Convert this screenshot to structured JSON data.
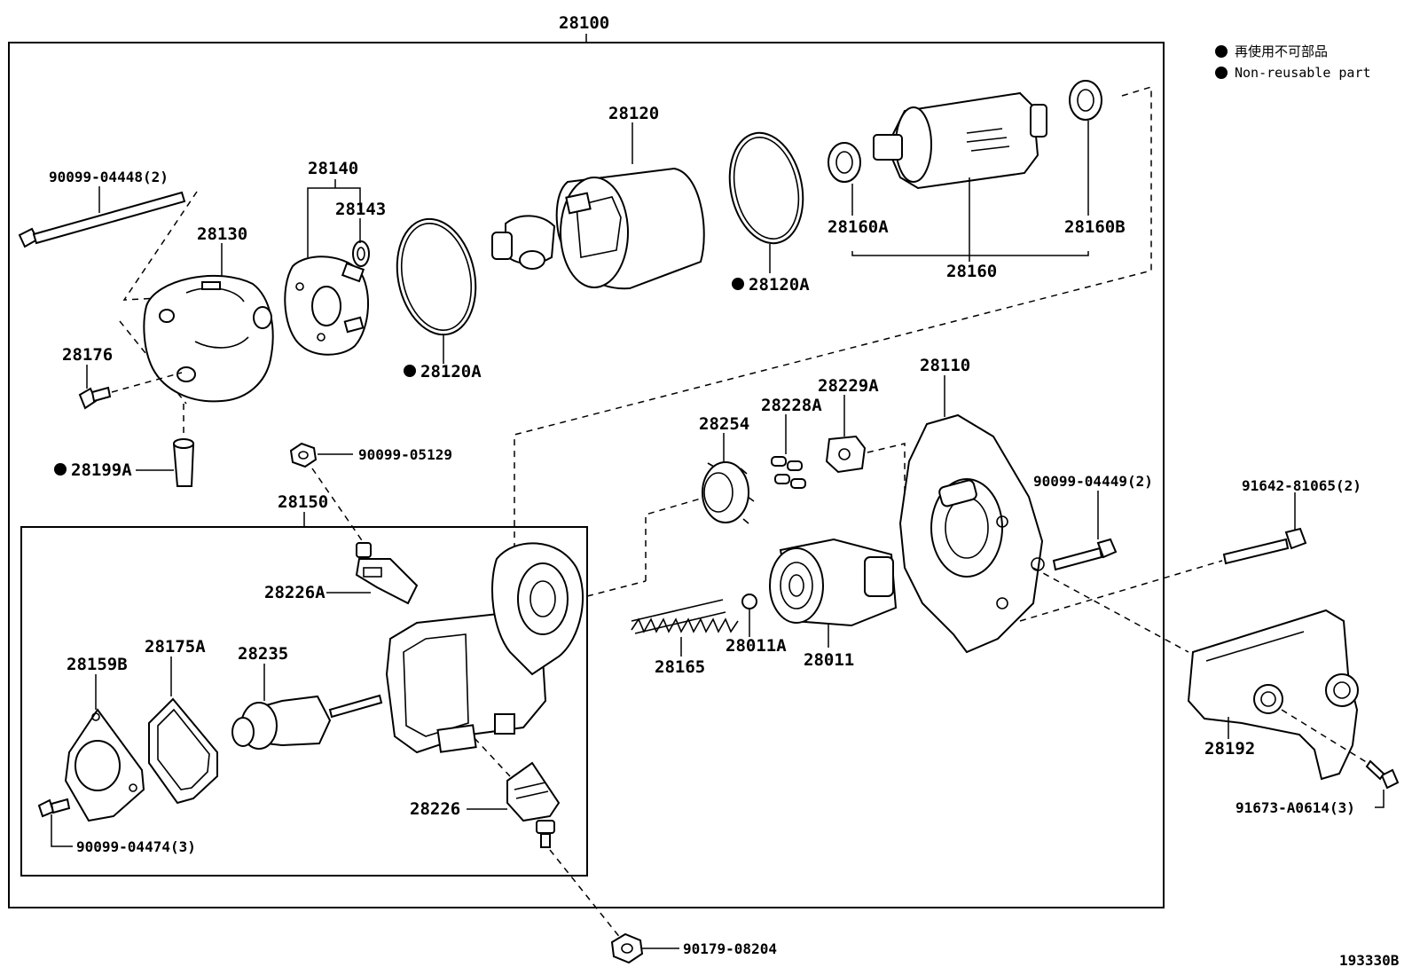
{
  "legend": {
    "line1": "再使用不可部品",
    "line2": "Non-reusable part"
  },
  "parts": {
    "p28100": "28100",
    "p28150": "28150",
    "p90099_04448": "90099-04448(2)",
    "p28130": "28130",
    "p28140": "28140",
    "p28143": "28143",
    "p28120": "28120",
    "p28120A_a": "28120A",
    "p28120A_b": "28120A",
    "p28160A": "28160A",
    "p28160B": "28160B",
    "p28160": "28160",
    "p28176": "28176",
    "p28199A": "28199A",
    "p90099_05129": "90099-05129",
    "p28110": "28110",
    "p28229A": "28229A",
    "p28228A": "28228A",
    "p28254": "28254",
    "p90099_04449": "90099-04449(2)",
    "p91642_81065": "91642-81065(2)",
    "p28226A": "28226A",
    "p28159B": "28159B",
    "p28175A": "28175A",
    "p28235": "28235",
    "p28165": "28165",
    "p28011A": "28011A",
    "p28011": "28011",
    "p28192": "28192",
    "p28226": "28226",
    "p90099_04474": "90099-04474(3)",
    "p91673_A0614": "91673-A0614(3)",
    "p90179_08204": "90179-08204"
  },
  "diagram_code": "193330B"
}
